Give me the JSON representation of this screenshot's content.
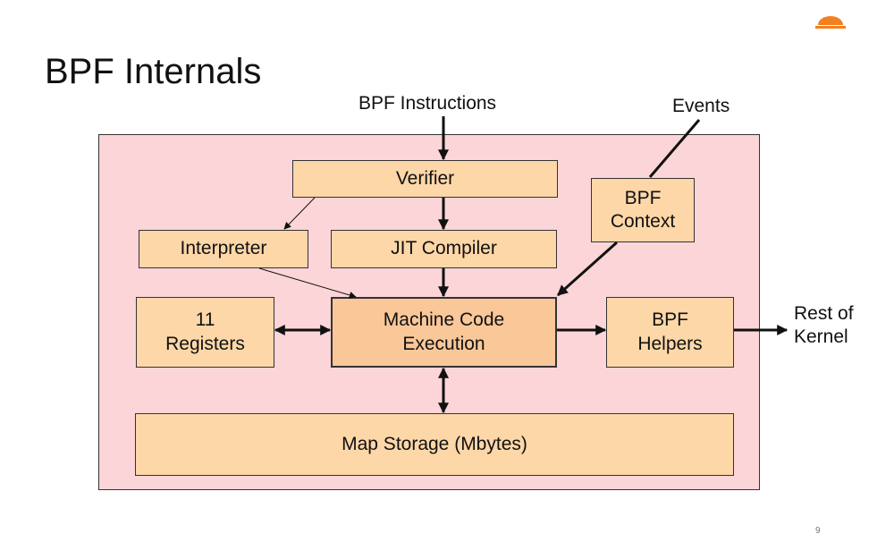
{
  "slide": {
    "title": "BPF Internals",
    "page_number": "9"
  },
  "logo": {
    "icon": "brand-logo-icon",
    "color": "#f38020"
  },
  "colors": {
    "container": "#fcd5d8",
    "box": "#fdd7a8",
    "main_box": "#fac799"
  },
  "diagram": {
    "inputs": {
      "instructions": "BPF Instructions",
      "events": "Events"
    },
    "output": "Rest of\nKernel",
    "boxes": {
      "verifier": "Verifier",
      "interpreter": "Interpreter",
      "jit": "JIT Compiler",
      "context": "BPF\nContext",
      "registers": "11\nRegisters",
      "execution": "Machine Code\nExecution",
      "helpers": "BPF\nHelpers",
      "map_storage": "Map Storage (Mbytes)"
    }
  }
}
